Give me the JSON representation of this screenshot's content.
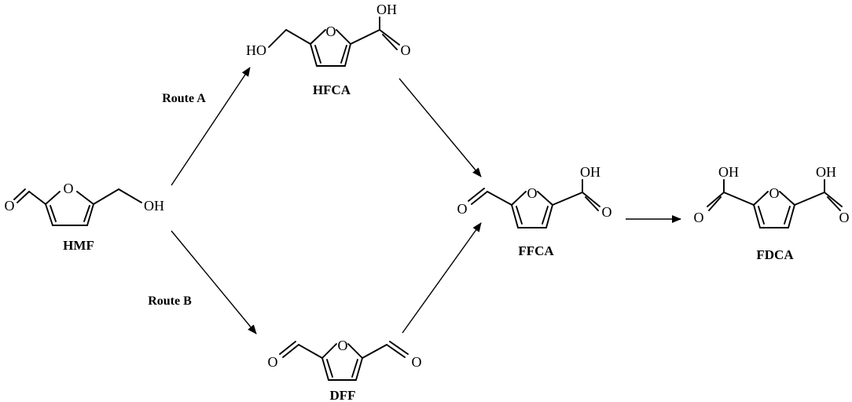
{
  "compounds": {
    "hmf": {
      "name": "HMF",
      "atoms": {
        "o_ald": "O",
        "o_ring": "O",
        "oh": "OH"
      }
    },
    "hfca": {
      "name": "HFCA",
      "atoms": {
        "ho": "HO",
        "o_ring": "O",
        "oh": "OH",
        "o_co": "O"
      }
    },
    "dff": {
      "name": "DFF",
      "atoms": {
        "o_left": "O",
        "o_ring": "O",
        "o_right": "O"
      }
    },
    "ffca": {
      "name": "FFCA",
      "atoms": {
        "o_ald": "O",
        "o_ring": "O",
        "oh": "OH",
        "o_co": "O"
      }
    },
    "fdca": {
      "name": "FDCA",
      "atoms": {
        "oh_left": "OH",
        "o_co_left": "O",
        "o_ring": "O",
        "oh_right": "OH",
        "o_co_right": "O"
      }
    }
  },
  "routes": {
    "a": "Route A",
    "b": "Route B"
  },
  "colors": {
    "ink": "#000000",
    "background": "#ffffff"
  }
}
